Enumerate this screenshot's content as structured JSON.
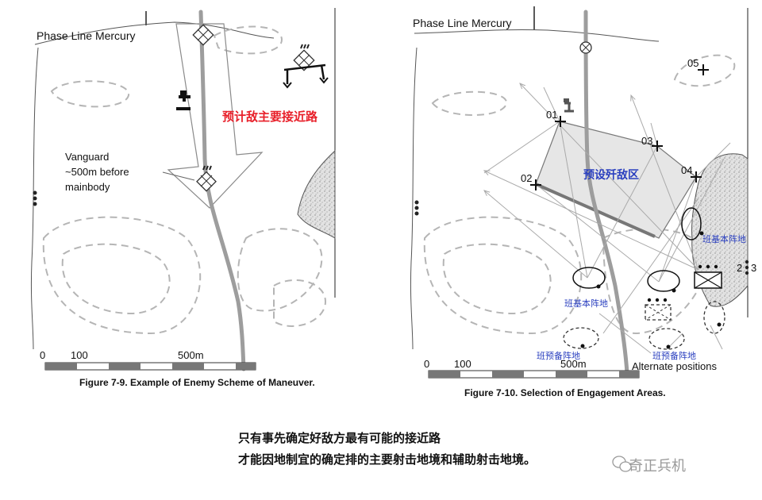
{
  "left_panel": {
    "phase_line": "Phase Line Mercury",
    "red_label": "预计敌主要接近路",
    "vanguard_line1": "Vanguard",
    "vanguard_line2": "~500m before",
    "vanguard_line3": "mainbody",
    "scale_labels": [
      "0",
      "100",
      "500m"
    ],
    "caption": "Figure 7-9.  Example of Enemy Scheme of Maneuver."
  },
  "right_panel": {
    "phase_line": "Phase Line Mercury",
    "engagement_area": "预设歼敌区",
    "trp_labels": [
      "01",
      "02",
      "03",
      "04",
      "05"
    ],
    "squad_primary_left": "班基本阵地",
    "squad_primary_right": "班基本阵地",
    "squad_alternate_left": "班预备阵地",
    "squad_alternate_right": "班预备阵地",
    "alternate_positions": "Alternate positions",
    "unit_number_1": "2",
    "unit_number_2": "3",
    "scale_labels": [
      "0",
      "100",
      "500m"
    ],
    "caption": "Figure 7-10.  Selection of Engagement Areas."
  },
  "bottom_text": {
    "line1": "只有事先确定好敌方最有可能的接近路",
    "line2": "才能因地制宜的确定排的主要射击地境和辅助射击地境。"
  },
  "watermark": "奇正兵机",
  "colors": {
    "red_label": "#e8202a",
    "blue_label": "#2a3fbf",
    "road": "#9d9d9d",
    "engagement_fill": "#e6e6e6"
  }
}
